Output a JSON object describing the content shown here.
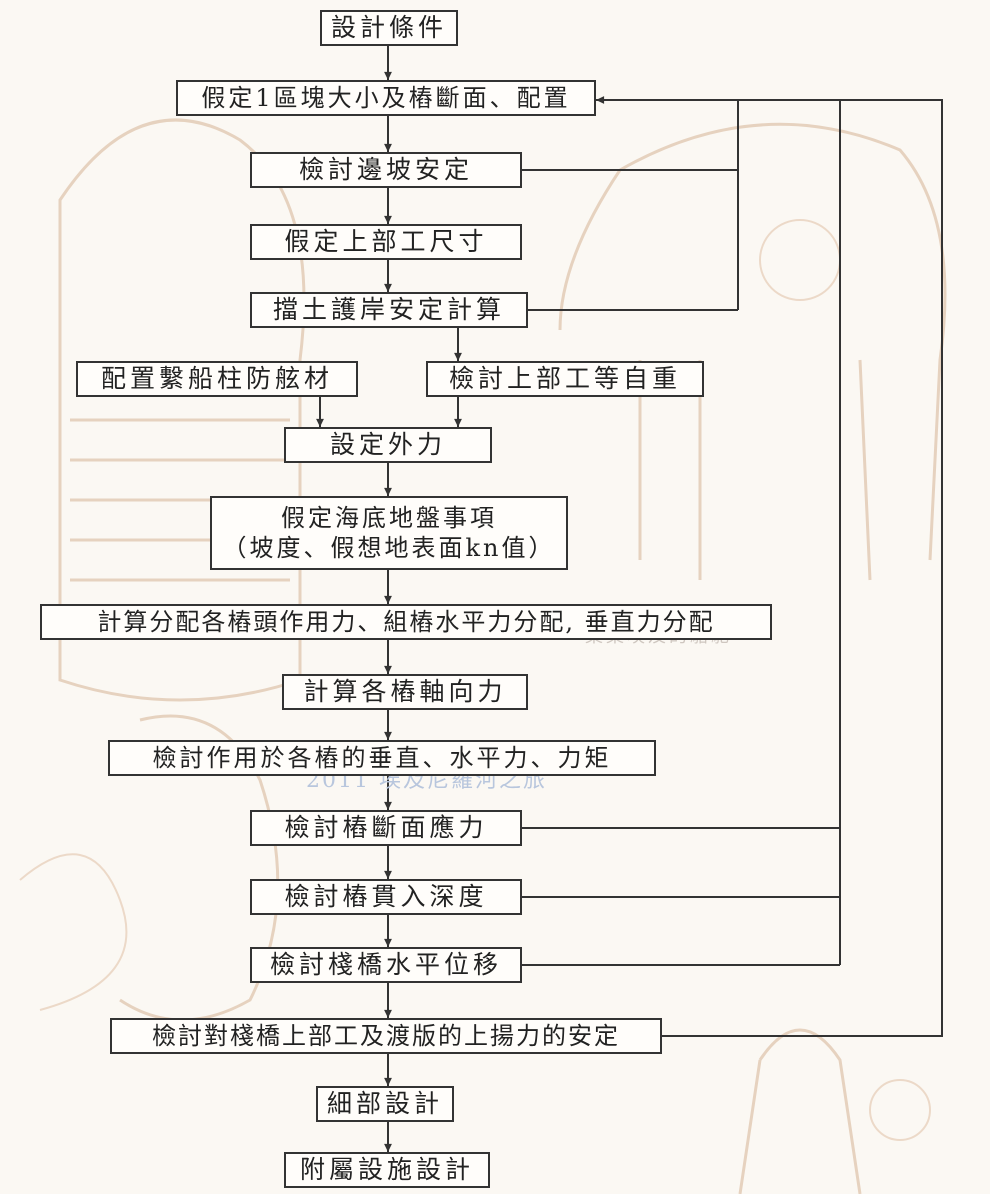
{
  "steps": {
    "s01": "設計條件",
    "s02": "假定1區塊大小及樁斷面、配置",
    "s03": "檢討邊坡安定",
    "s04": "假定上部工尺寸",
    "s05": "擋土護岸安定計算",
    "s06": "配置繫船柱防舷材",
    "s07": "檢討上部工等自重",
    "s08": "設定外力",
    "s09": "假定海底地盤事項\n（坡度、假想地表面kn值）",
    "s10": "計算分配各樁頭作用力、組樁水平力分配, 垂直力分配",
    "s11": "計算各樁軸向力",
    "s12": "檢討作用於各樁的垂直、水平力、力矩",
    "s13": "檢討樁斷面應力",
    "s14": "檢討樁貫入深度",
    "s15": "檢討棧橋水平位移",
    "s16": "檢討對棧橋上部工及渡版的上揚力的安定",
    "s17": "細部設計",
    "s18": "附屬設施設計"
  },
  "watermark": {
    "caption": "2011 埃及尼羅河之旅",
    "faint": "集集埃及的駱駝"
  },
  "colors": {
    "line": "#333333",
    "caption": "#b8c6dd",
    "sketch": "#e3cdb8"
  }
}
